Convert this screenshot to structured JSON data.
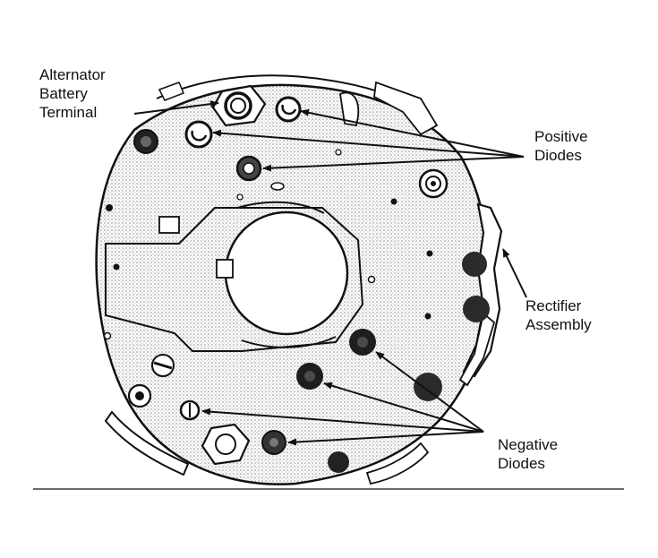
{
  "labels": {
    "battery_terminal": {
      "line1": "Alternator",
      "line2": "Battery",
      "line3": "Terminal"
    },
    "positive_diodes": {
      "line1": "Positive",
      "line2": "Diodes"
    },
    "rectifier_assembly": {
      "line1": "Rectifier",
      "line2": "Assembly"
    },
    "negative_diodes": {
      "line1": "Negative",
      "line2": "Diodes"
    }
  },
  "colors": {
    "ink": "#111111",
    "paper": "#ffffff",
    "stipple": "#9a9a9a"
  }
}
